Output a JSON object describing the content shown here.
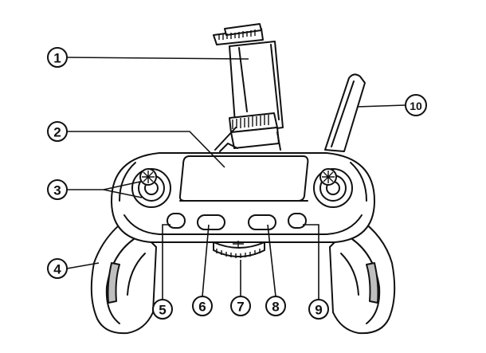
{
  "callouts": [
    {
      "id": "1",
      "label": "①"
    },
    {
      "id": "2",
      "label": "②"
    },
    {
      "id": "3",
      "label": "③"
    },
    {
      "id": "4",
      "label": "④"
    },
    {
      "id": "5",
      "label": "⑤"
    },
    {
      "id": "6",
      "label": "⑥"
    },
    {
      "id": "7",
      "label": "⑦"
    },
    {
      "id": "8",
      "label": "⑧"
    },
    {
      "id": "9",
      "label": "⑨"
    },
    {
      "id": "10",
      "label": "⑩"
    }
  ]
}
